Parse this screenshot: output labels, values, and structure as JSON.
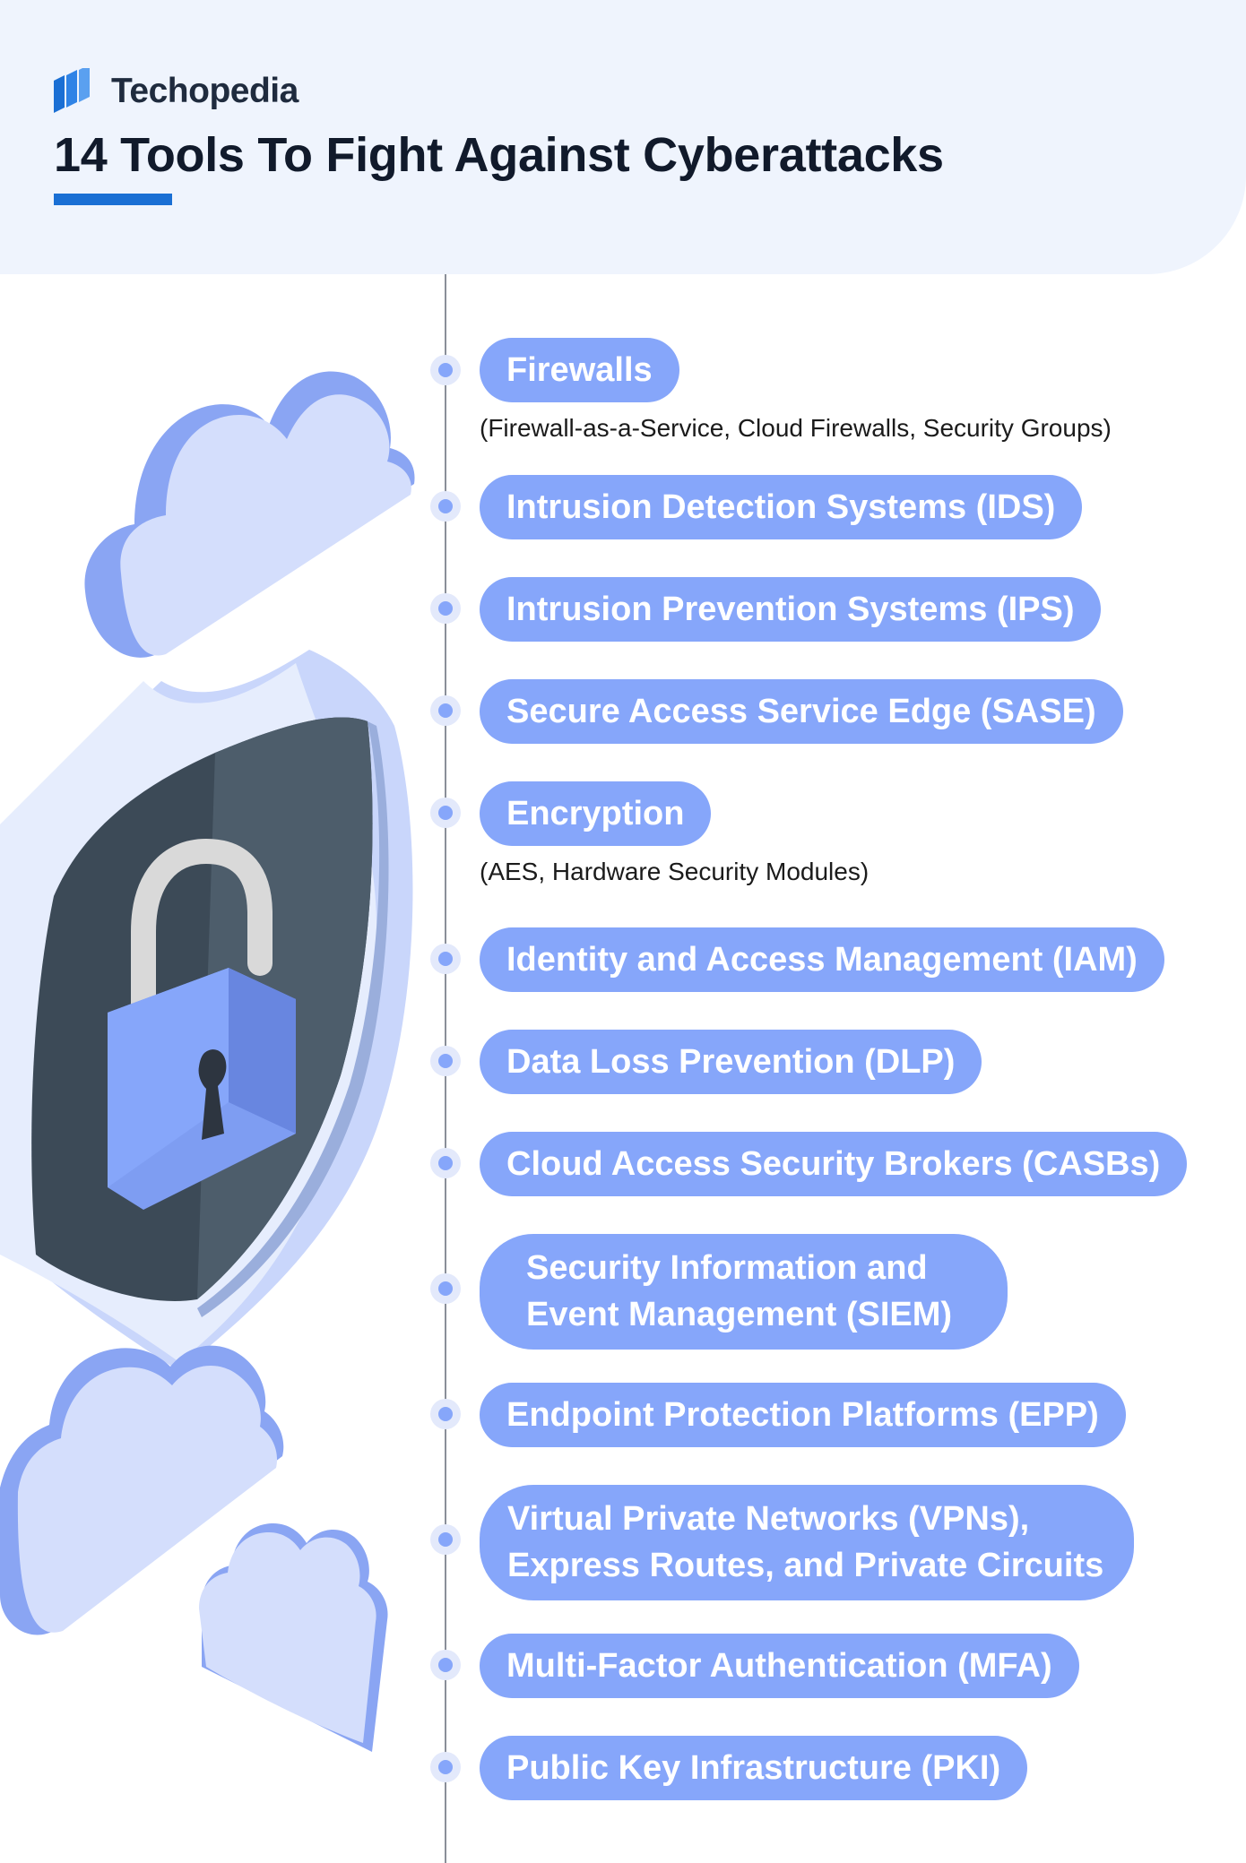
{
  "header": {
    "brand": "Techopedia",
    "title": "14 Tools To Fight Against Cyberattacks"
  },
  "colors": {
    "header_bg": "#eff4fd",
    "accent": "#1a6fd4",
    "pill": "#86a6fa",
    "text_dark": "#111a2b"
  },
  "tools": [
    {
      "label": "Firewalls",
      "sub": "(Firewall-as-a-Service, Cloud Firewalls, Security Groups)"
    },
    {
      "label": "Intrusion Detection Systems (IDS)"
    },
    {
      "label": "Intrusion Prevention Systems (IPS)"
    },
    {
      "label": "Secure Access Service Edge (SASE)"
    },
    {
      "label": "Encryption",
      "sub": "(AES, Hardware Security Modules)"
    },
    {
      "label": "Identity and Access Management (IAM)"
    },
    {
      "label": "Data Loss Prevention (DLP)"
    },
    {
      "label": "Cloud Access Security Brokers (CASBs)"
    },
    {
      "label_line1": "Security Information and",
      "label_line2": "Event Management (SIEM)"
    },
    {
      "label": "Endpoint Protection Platforms (EPP)"
    },
    {
      "label_line1": "Virtual Private Networks (VPNs),",
      "label_line2": "Express Routes, and Private Circuits"
    },
    {
      "label": "Multi-Factor Authentication (MFA)"
    },
    {
      "label": "Public Key Infrastructure (PKI)"
    }
  ],
  "icons": [
    "techopedia-logo-icon",
    "cloud-icon",
    "shield-icon",
    "padlock-icon"
  ]
}
